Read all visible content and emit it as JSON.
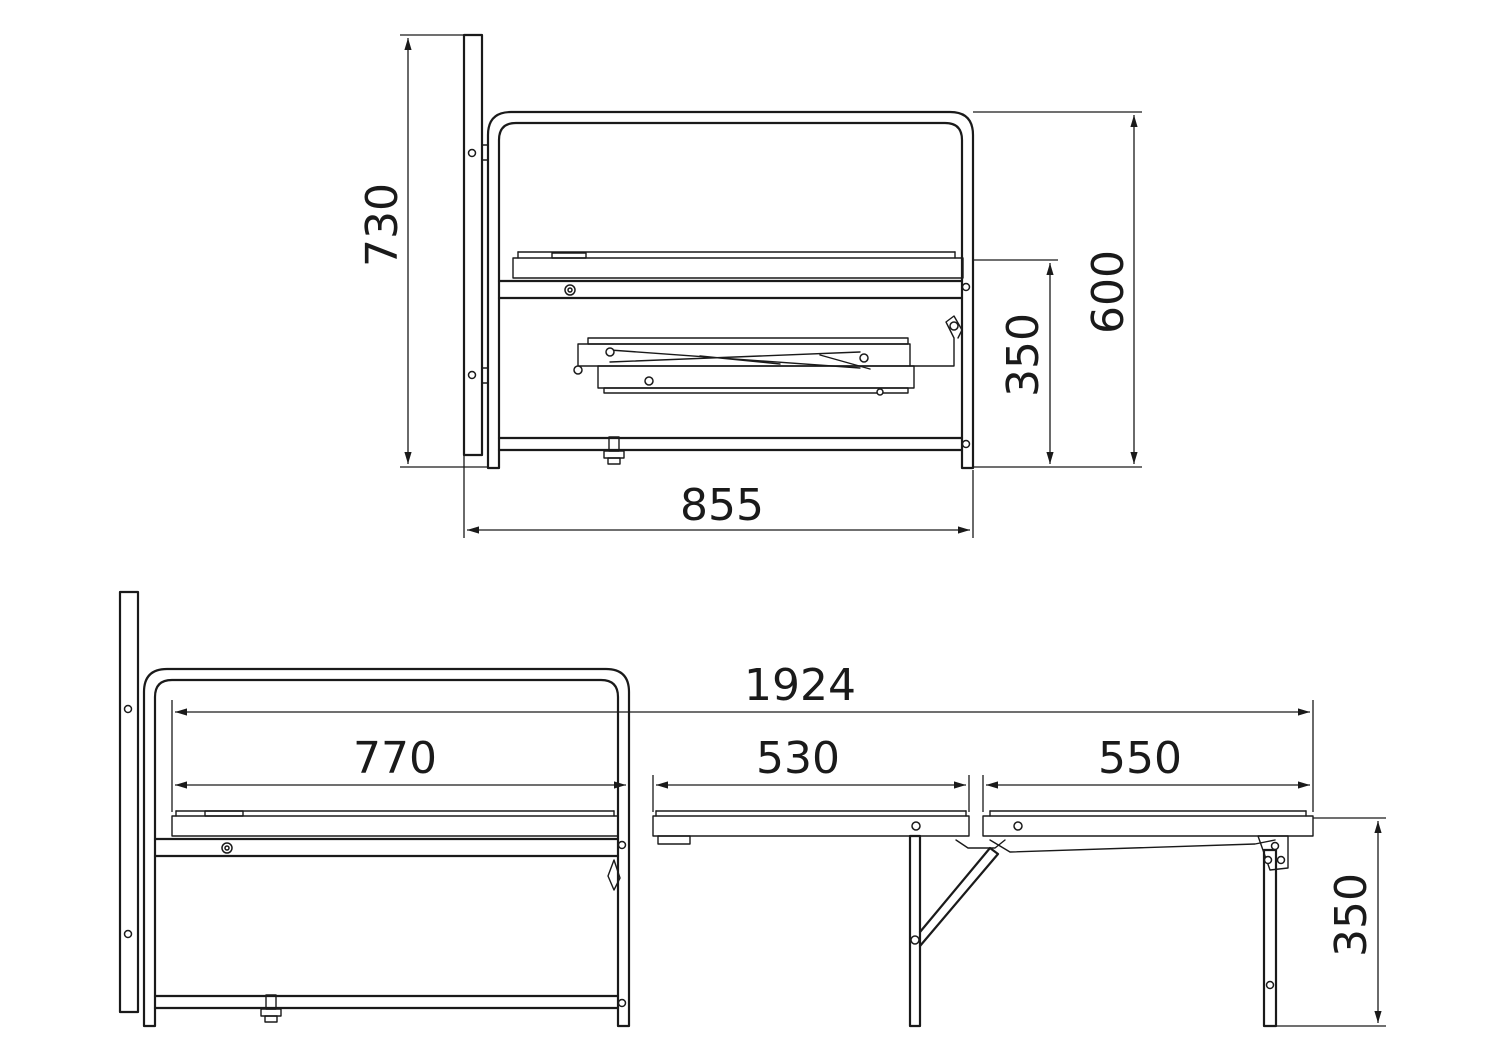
{
  "top_view": {
    "dimensions": {
      "height_total": "730",
      "width_total": "855",
      "seat_height": "350",
      "armrest_height": "600"
    }
  },
  "bottom_view": {
    "dimensions": {
      "length_total": "1924",
      "section_1": "770",
      "section_2": "530",
      "section_3": "550",
      "leg_height": "350"
    }
  }
}
